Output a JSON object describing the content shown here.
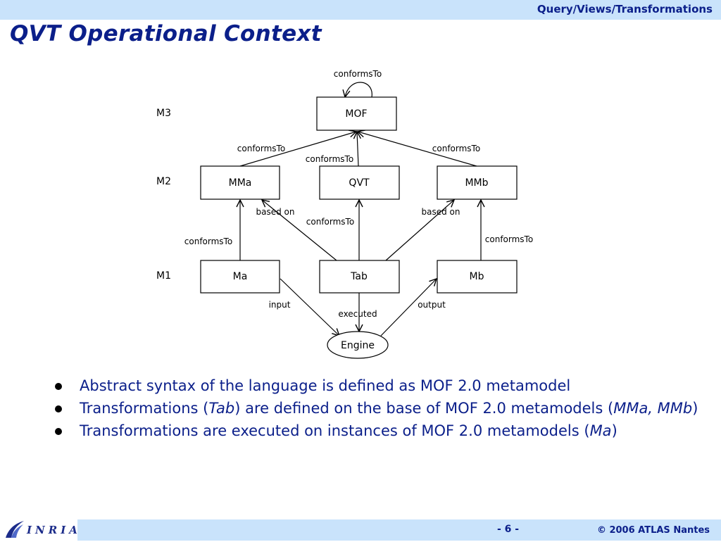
{
  "header": {
    "title": "Query/Views/Transformations"
  },
  "slide": {
    "title": "QVT Operational Context"
  },
  "diagram": {
    "levels": {
      "m3": "M3",
      "m2": "M2",
      "m1": "M1"
    },
    "nodes": {
      "mof": "MOF",
      "mma": "MMa",
      "qvt": "QVT",
      "mmb": "MMb",
      "ma": "Ma",
      "tab": "Tab",
      "mb": "Mb",
      "engine": "Engine"
    },
    "edge_labels": {
      "mof_self": "conformsTo",
      "mma_mof": "conformsTo",
      "qvt_mof": "conformsTo",
      "mmb_mof": "conformsTo",
      "ma_mma": "conformsTo",
      "tab_qvt": "conformsTo",
      "mb_mmb": "conformsTo",
      "tab_mma": "based on",
      "tab_mmb": "based on",
      "ma_engine": "input",
      "tab_engine": "executed",
      "engine_mb": "output"
    }
  },
  "bullets": {
    "b1": {
      "text": "Abstract syntax of the language is defined as MOF 2.0 metamodel"
    },
    "b2": {
      "pre": "Transformations (",
      "em1": "Tab",
      "mid": ") are defined on the base of MOF 2.0 metamodels (",
      "em2": "MMa, MMb",
      "post": ")"
    },
    "b3": {
      "pre": "Transformations are executed on instances of MOF 2.0 metamodels (",
      "em1": "Ma",
      "post": ")"
    }
  },
  "footer": {
    "page": "- 6 -",
    "copyright": "© 2006 ATLAS Nantes",
    "logo": "INRIA"
  },
  "colors": {
    "accent": "#0b1f8a",
    "band": "#c9e3fb"
  }
}
